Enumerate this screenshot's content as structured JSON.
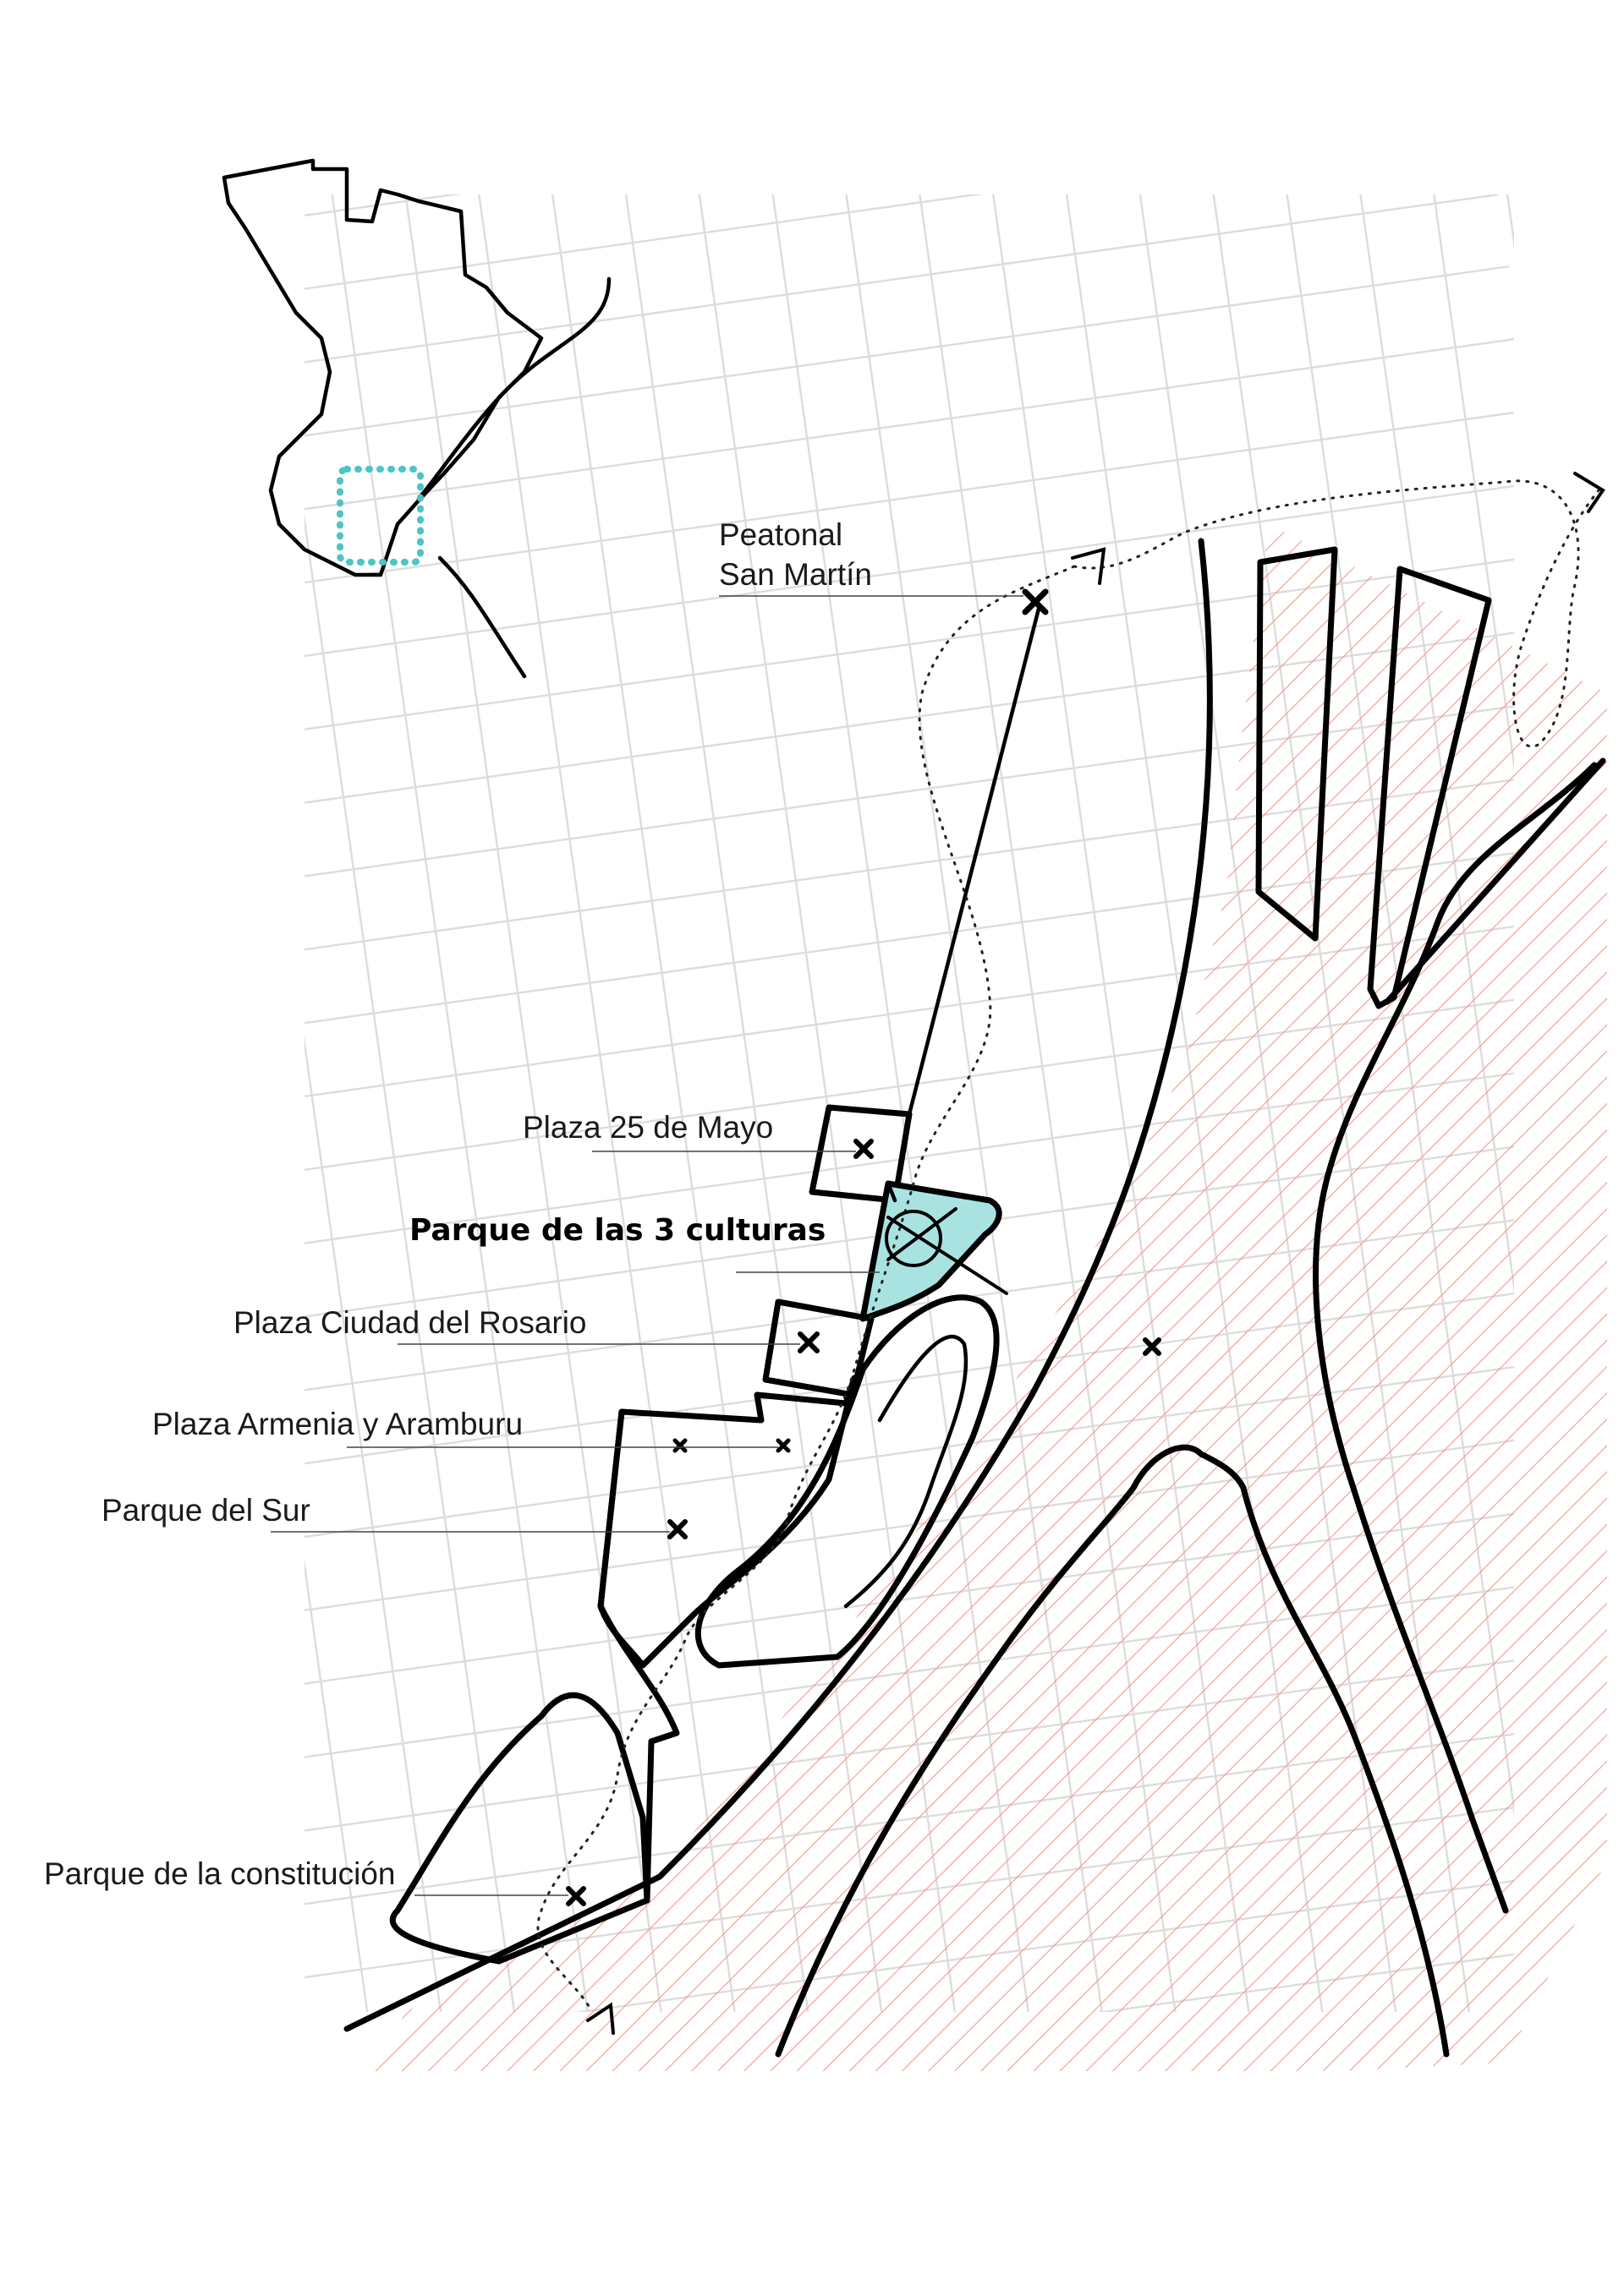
{
  "map": {
    "labels": [
      {
        "id": "peatonal",
        "lines": [
          "Peatonal",
          "San Martín"
        ]
      },
      {
        "id": "plaza-25",
        "lines": [
          "Plaza 25 de Mayo"
        ]
      },
      {
        "id": "parque-3-culturas",
        "lines": [
          "Parque de las 3 culturas"
        ],
        "featured": true
      },
      {
        "id": "plaza-ciudad",
        "lines": [
          "Plaza Ciudad del Rosario"
        ]
      },
      {
        "id": "plaza-armenia",
        "lines": [
          "Plaza Armenia y Aramburu"
        ]
      },
      {
        "id": "parque-sur",
        "lines": [
          "Parque del Sur"
        ]
      },
      {
        "id": "parque-constitucion",
        "lines": [
          "Parque de la constitución"
        ]
      }
    ],
    "colors": {
      "highlight_fill": "#a9e3e1",
      "inset_marker": "#4cc5c3",
      "river_hatch": "#f29a86",
      "streets": "#dcdcdc",
      "ink": "#000000"
    }
  }
}
